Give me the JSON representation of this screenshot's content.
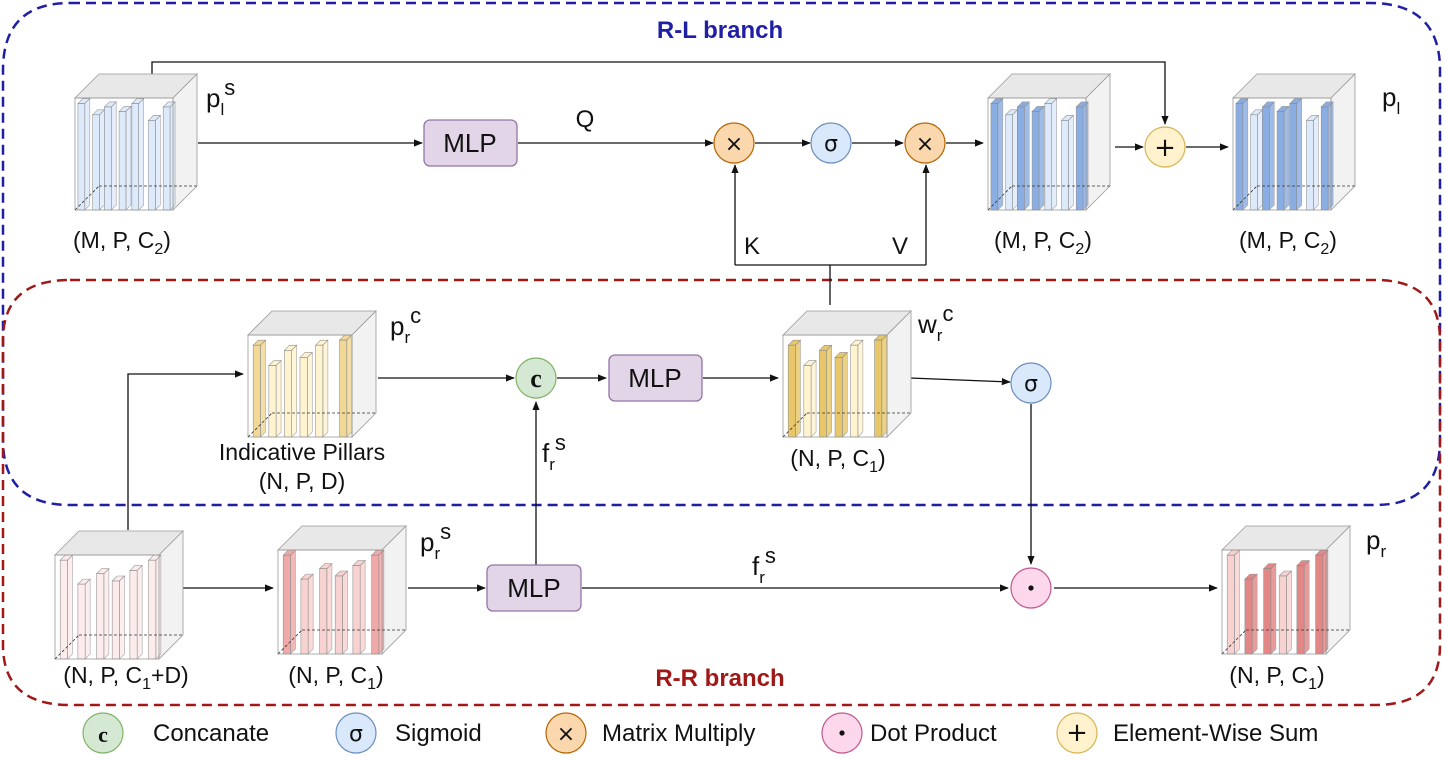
{
  "branches": {
    "top": "R-L branch",
    "bottom": "R-R branch"
  },
  "mlp_label": "MLP",
  "labels": {
    "Q": "Q",
    "K": "K",
    "V": "V",
    "indicative": "Indicative Pillars",
    "indicative_dims": "(N, P, D)"
  },
  "tensors": {
    "pls": {
      "base": "p",
      "sub": "l",
      "sup": "s"
    },
    "pl": {
      "base": "p",
      "sub": "l"
    },
    "prc": {
      "base": "p",
      "sub": "r",
      "sup": "c"
    },
    "wrc": {
      "base": "w",
      "sub": "r",
      "sup": "c"
    },
    "prs": {
      "base": "p",
      "sub": "r",
      "sup": "s"
    },
    "pr": {
      "base": "p",
      "sub": "r"
    },
    "frs": {
      "base": "f",
      "sub": "r",
      "sup": "s"
    }
  },
  "dims": {
    "pls": {
      "pre": "(M, P, C",
      "sub": "2",
      "post": ")"
    },
    "mid_l": {
      "pre": "(M, P, C",
      "sub": "2",
      "post": ")"
    },
    "pl": {
      "pre": "(M, P, C",
      "sub": "2",
      "post": ")"
    },
    "wrc": {
      "pre": "(N, P, C",
      "sub": "1",
      "post": ")"
    },
    "input": {
      "pre": "(N, P, C",
      "sub": "1",
      "post": "+D)"
    },
    "prs": {
      "pre": "(N, P, C",
      "sub": "1",
      "post": ")"
    },
    "pr": {
      "pre": "(N, P, C",
      "sub": "1",
      "post": ")"
    }
  },
  "ops": {
    "concat": "c",
    "sigmoid": "σ",
    "matmul": "×",
    "dot": "·",
    "sum": "+"
  },
  "legend": [
    {
      "symbol": "c",
      "label": "Concanate",
      "color": "#d5e8d4",
      "stroke": "#82b366"
    },
    {
      "symbol": "σ",
      "label": "Sigmoid",
      "color": "#dae8fc",
      "stroke": "#6c8ebf"
    },
    {
      "symbol": "×",
      "label": "Matrix Multiply",
      "color": "#fad7ac",
      "stroke": "#b46504"
    },
    {
      "symbol": "·",
      "label": "Dot Product",
      "color": "#fdd7ec",
      "stroke": "#c0598f"
    },
    {
      "symbol": "+",
      "label": "Element-Wise Sum",
      "color": "#fff2cc",
      "stroke": "#d6b656"
    }
  ],
  "colors": {
    "top_branch": "#1f1fa6",
    "bottom_branch": "#a01818",
    "mlp_fill": "#e1d5e7",
    "mlp_stroke": "#9673a6",
    "blue_light": "#dae8fc",
    "blue_dark": "#7ea6e0",
    "yellow_light": "#fff2cc",
    "yellow_dark": "#e6c25a",
    "red_light": "#f8cecc",
    "red_dark": "#e07a7a"
  }
}
